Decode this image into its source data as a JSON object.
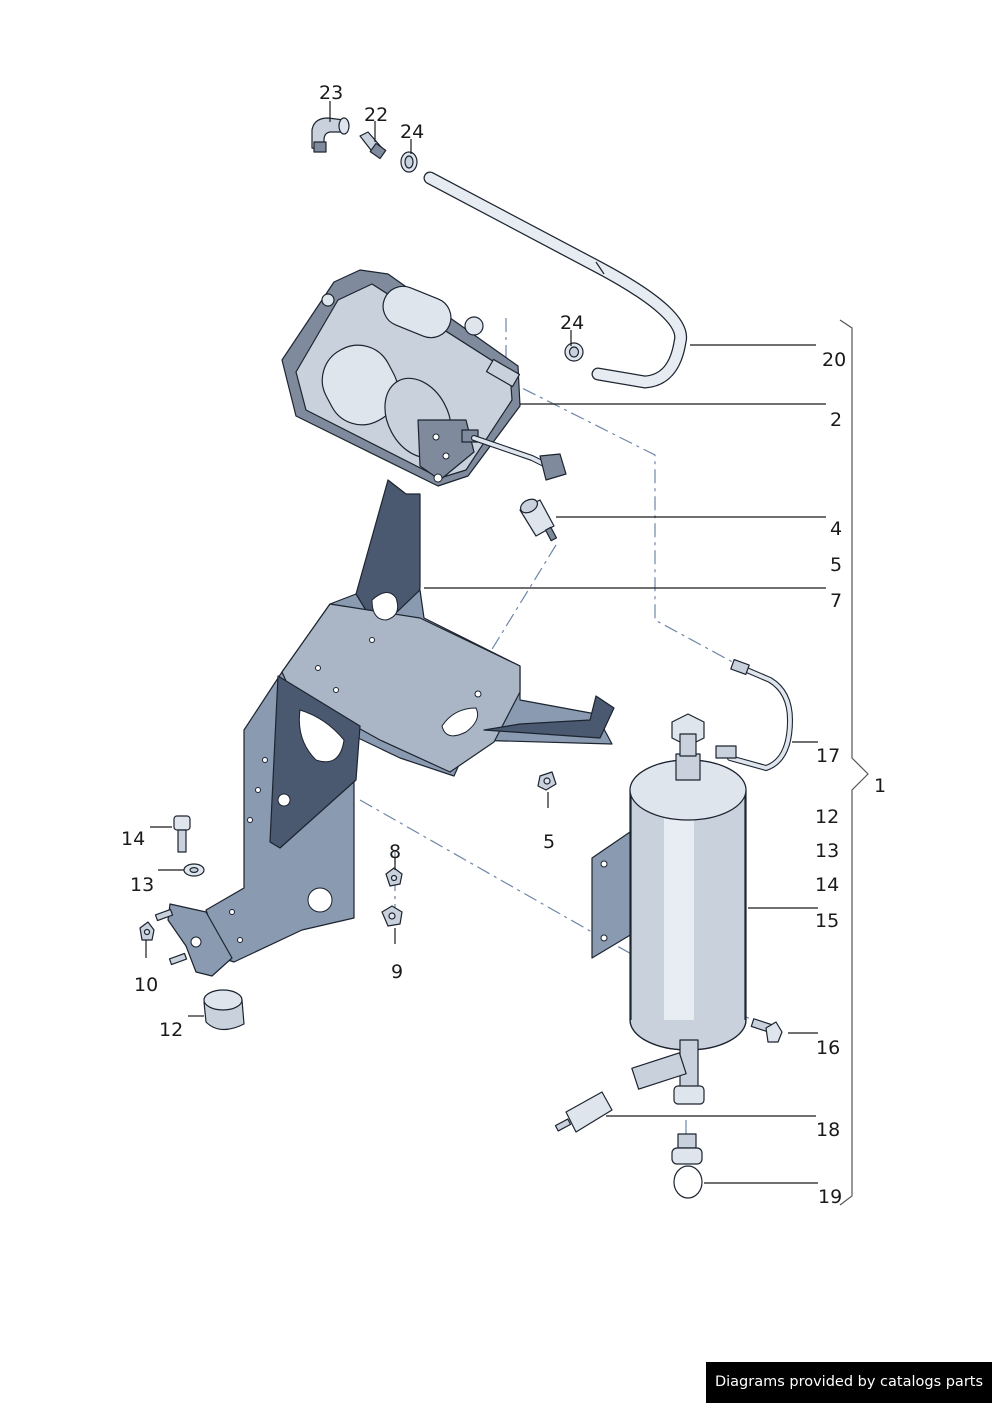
{
  "callouts": [
    {
      "id": "c23",
      "text": "23"
    },
    {
      "id": "c22",
      "text": "22"
    },
    {
      "id": "c24a",
      "text": "24"
    },
    {
      "id": "c24b",
      "text": "24"
    },
    {
      "id": "c20",
      "text": "20"
    },
    {
      "id": "c2",
      "text": "2"
    },
    {
      "id": "c4",
      "text": "4"
    },
    {
      "id": "c5a",
      "text": "5"
    },
    {
      "id": "c7",
      "text": "7"
    },
    {
      "id": "c17",
      "text": "17"
    },
    {
      "id": "c1",
      "text": "1"
    },
    {
      "id": "c12a",
      "text": "12"
    },
    {
      "id": "c13a",
      "text": "13"
    },
    {
      "id": "c14a",
      "text": "14"
    },
    {
      "id": "c15",
      "text": "15"
    },
    {
      "id": "c16",
      "text": "16"
    },
    {
      "id": "c18",
      "text": "18"
    },
    {
      "id": "c19",
      "text": "19"
    },
    {
      "id": "c14b",
      "text": "14"
    },
    {
      "id": "c13b",
      "text": "13"
    },
    {
      "id": "c10",
      "text": "10"
    },
    {
      "id": "c12b",
      "text": "12"
    },
    {
      "id": "c5b",
      "text": "5"
    },
    {
      "id": "c8",
      "text": "8"
    },
    {
      "id": "c9",
      "text": "9"
    }
  ],
  "footer": {
    "credit": "Diagrams provided by catalogs parts"
  },
  "colors": {
    "line": "#1a1a1a",
    "dash": "#6e86a8",
    "bracket": "#555555",
    "footer_bg": "#000000",
    "footer_text": "#ffffff"
  }
}
